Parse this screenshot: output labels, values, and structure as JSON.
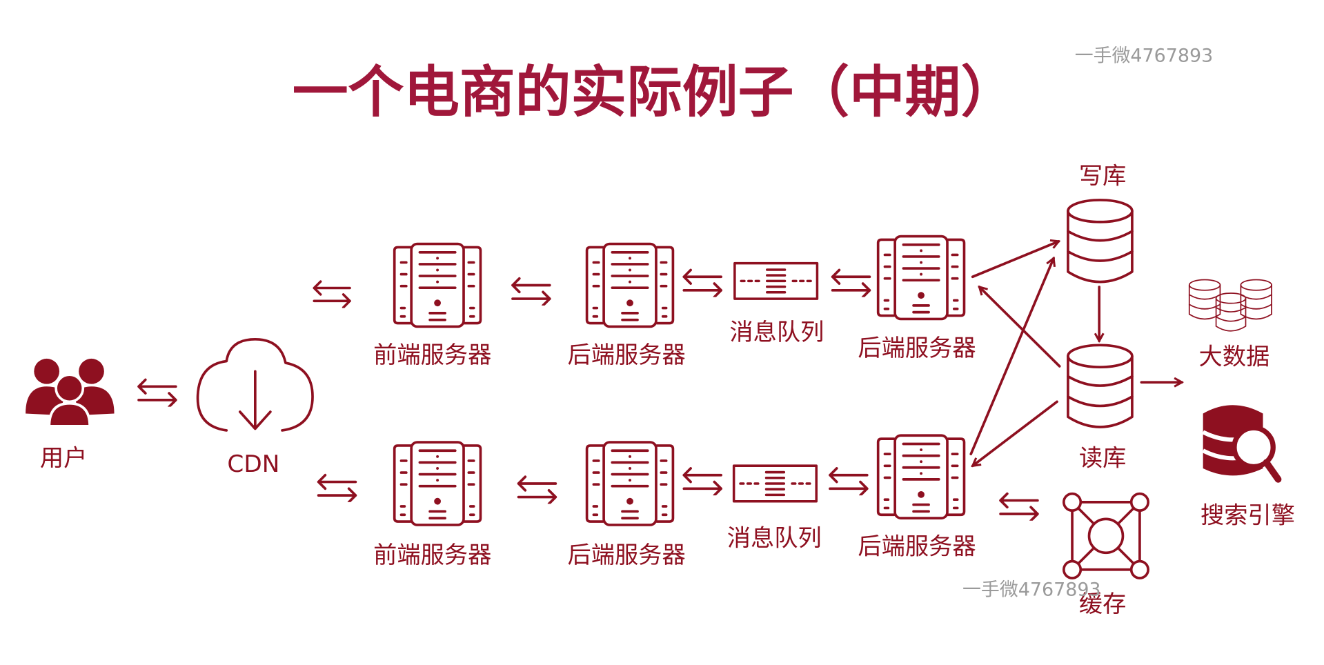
{
  "title": "一个电商的实际例子（中期）",
  "watermark": "一手微4767893",
  "nodes": {
    "user": "用户",
    "cdn": "CDN",
    "frontend": "前端服务器",
    "backend": "后端服务器",
    "queue": "消息队列",
    "write_db": "写库",
    "read_db": "读库",
    "big_data": "大数据",
    "search_engine": "搜索引擎",
    "cache": "缓存"
  },
  "colors": {
    "accent": "#8e1020",
    "title": "#a0173a",
    "watermark": "#9a9a9a"
  }
}
